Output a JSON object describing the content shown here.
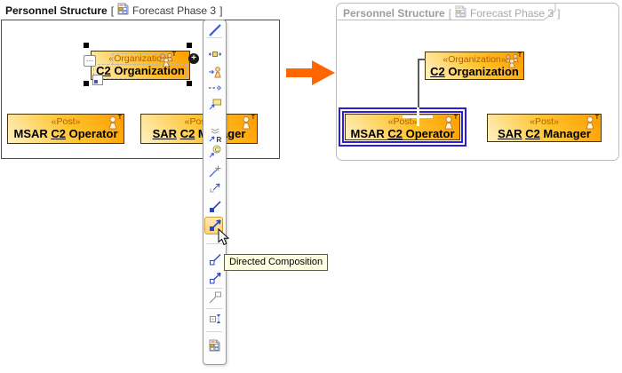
{
  "left_diagram": {
    "header": {
      "title": "Personnel Structure",
      "bracket_open": "[",
      "context": "Forecast Phase 3",
      "bracket_close": "]"
    },
    "organization": {
      "stereotype": "«Organization»",
      "type_marker": "T",
      "name": [
        {
          "text": "C2"
        },
        {
          "text": " Organization"
        }
      ]
    },
    "posts": [
      {
        "stereotype": "«Post»",
        "type_marker": "T",
        "name": [
          {
            "text": "MSAR "
          },
          {
            "text": "C2"
          },
          {
            "text": " Operator"
          }
        ]
      },
      {
        "stereotype": "«Post»",
        "type_marker": "T",
        "name": [
          {
            "text": "SAR"
          },
          {
            "text": " "
          },
          {
            "text": "C2"
          },
          {
            "text": " Manager"
          }
        ]
      }
    ],
    "org_buttons": {
      "dots": "…",
      "plus": "+"
    }
  },
  "right_diagram": {
    "header": {
      "title": "Personnel Structure",
      "bracket_open": "[",
      "context": "Forecast Phase 3",
      "bracket_close": "]"
    },
    "organization": {
      "stereotype": "«Organization»",
      "type_marker": "T",
      "name": [
        {
          "text": "C2"
        },
        {
          "text": " Organization"
        }
      ]
    },
    "posts": [
      {
        "stereotype": "«Post»",
        "type_marker": "T",
        "name": [
          {
            "text": "MSAR "
          },
          {
            "text": "C2"
          },
          {
            "text": " Operator"
          }
        ]
      },
      {
        "stereotype": "«Post»",
        "type_marker": "T",
        "name": [
          {
            "text": "SAR"
          },
          {
            "text": " "
          },
          {
            "text": "C2"
          },
          {
            "text": " Manager"
          }
        ]
      }
    ]
  },
  "toolbar": {
    "selected_tool": "Directed Composition",
    "glyphs": {
      "resource": "R",
      "copy": "©"
    }
  },
  "tooltip": {
    "text": "Directed Composition"
  },
  "colors": {
    "accent_orange": "#ff6600",
    "selection_blue": "#2a1fd6",
    "node_fill_light": "#fff1c2",
    "node_fill_dark": "#ff9d00",
    "tooltip_bg": "#ffffe1"
  }
}
